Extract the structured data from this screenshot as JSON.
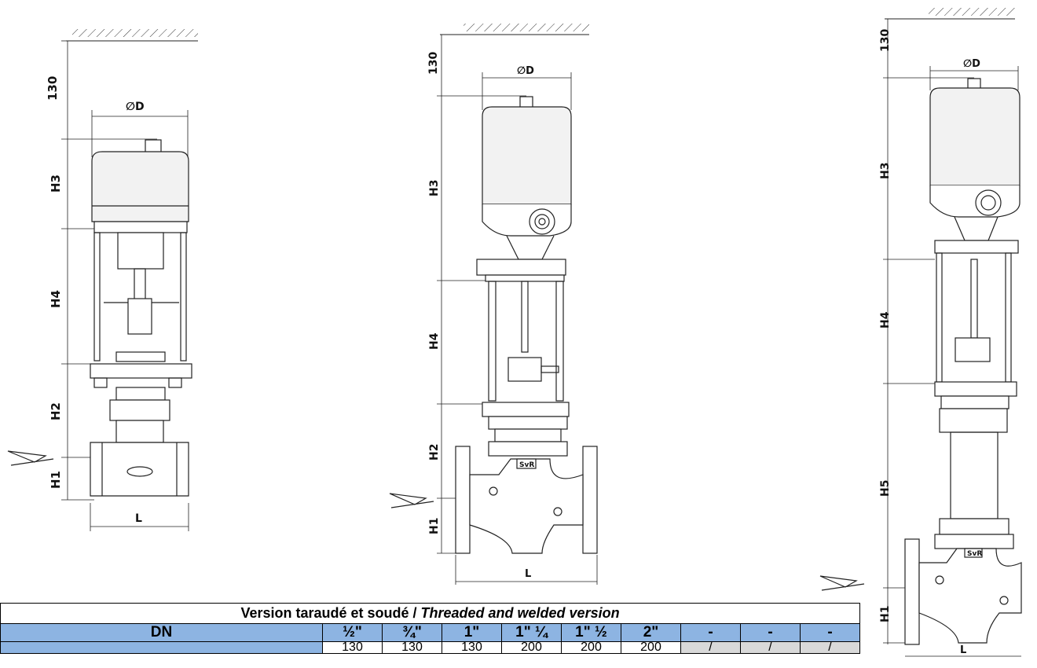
{
  "drawings": {
    "left": {
      "h130": "130",
      "h3": "H3",
      "h4": "H4",
      "h2": "H2",
      "h1": "H1",
      "l": "L",
      "d": "∅D"
    },
    "middle": {
      "h130": "130",
      "h3": "H3",
      "h4": "H4",
      "h2": "H2",
      "h1": "H1",
      "l": "L",
      "d": "∅D",
      "brand": "SvR"
    },
    "right": {
      "h130": "130",
      "h3": "H3",
      "h4": "H4",
      "h5": "H5",
      "h1": "H1",
      "l": "L",
      "d": "∅D",
      "brand": "SvR"
    }
  },
  "table": {
    "title_normal": "Version taraudé et soudé / ",
    "title_italic": "Threaded and welded version",
    "dn_label": "DN",
    "sizes": [
      "½\"",
      "¾\"",
      "1\"",
      "1\" ¼",
      "1\" ½",
      "2\"",
      "-",
      "-",
      "-"
    ],
    "row1_values": [
      "130",
      "130",
      "130",
      "200",
      "200",
      "200",
      "/",
      "/",
      "/"
    ]
  }
}
